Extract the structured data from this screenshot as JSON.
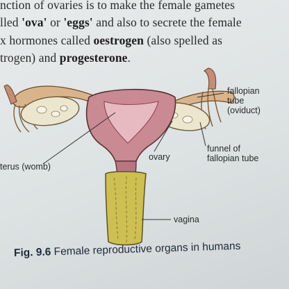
{
  "paragraph": {
    "line1": "nction of ovaries is to make the female gametes",
    "line2_a": "lled ",
    "line2_b": "'ova'",
    "line2_c": " or ",
    "line2_d": "'eggs'",
    "line2_e": " and also to secrete the female",
    "line3_a": "x hormones called ",
    "line3_b": "oestrogen",
    "line3_c": " (also spelled as",
    "line4_a": "trogen) and ",
    "line4_b": "progesterone",
    "line4_c": "."
  },
  "labels": {
    "fallopian_1": "fallopian",
    "fallopian_2": "tube",
    "fallopian_3": "(oviduct)",
    "funnel_1": "funnel of",
    "funnel_2": "fallopian tube",
    "ovary": "ovary",
    "uterus": "terus (womb)",
    "vagina": "vagina"
  },
  "caption": {
    "number": "Fig. 9.6",
    "text": " Female reproductive organs in humans"
  },
  "colors": {
    "uterus": "#c98a93",
    "tube": "#d9b48a",
    "ovary": "#ede6cf",
    "vagina": "#cdbf52"
  }
}
